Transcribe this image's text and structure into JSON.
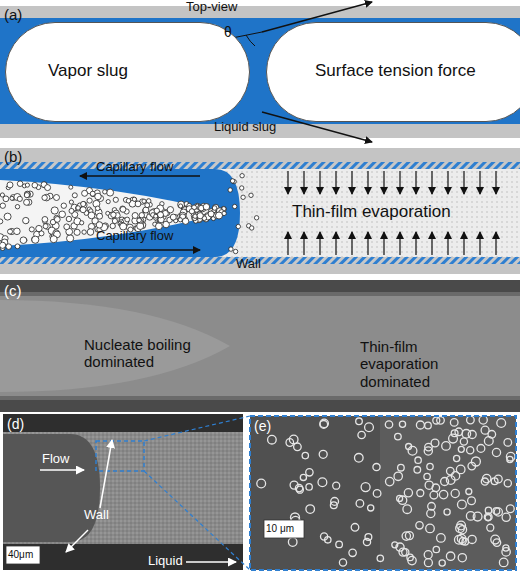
{
  "diagram": {
    "nodes": [
      {
        "text": [
          "Vapor slug"
        ]
      },
      {
        "text": [
          "Surface tension force"
        ]
      }
    ],
    "labels": [
      "(a)",
      "Top-view",
      "θ",
      "Liquid slug",
      "(b)",
      "Capillary flow",
      "Thin-film evaporation",
      "Capillary flow",
      "Wall",
      "(c)",
      "Nucleate boiling dominated",
      "Thin-film evaporation dominated",
      "(d)",
      "Flow",
      "Wall",
      "40μm",
      "Liquid",
      "(e)",
      "10 μm"
    ]
  }
}
